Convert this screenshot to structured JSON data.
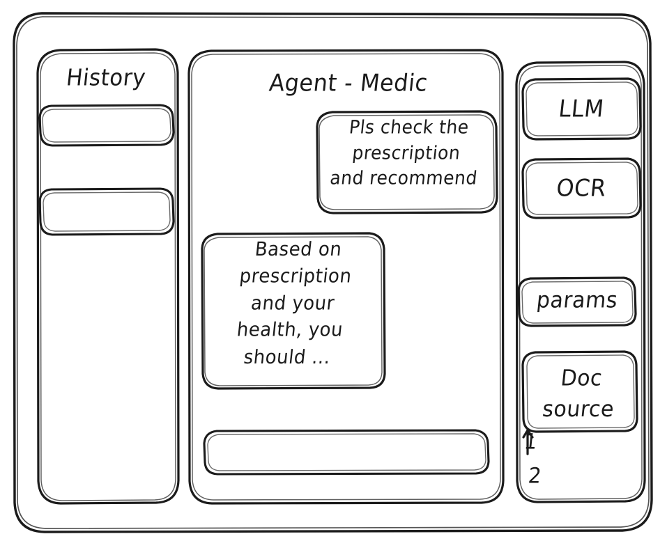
{
  "window": {
    "name": "wireframe-window"
  },
  "sidebar_left": {
    "title": "History",
    "items": [
      {
        "label": ""
      },
      {
        "label": ""
      }
    ]
  },
  "main": {
    "title": "Agent - Medic",
    "messages": [
      {
        "role": "user",
        "text": "Pls check the\nprescription\nand recommend"
      },
      {
        "role": "agent",
        "text": "Based on\nprescription\nand your\nhealth, you\nshould ..."
      }
    ],
    "composer": {
      "value": "",
      "placeholder": ""
    }
  },
  "sidebar_right": {
    "buttons": [
      {
        "label": "LLM"
      },
      {
        "label": "OCR"
      },
      {
        "label": "params"
      },
      {
        "label": "Doc\nsource"
      }
    ],
    "doc_list": [
      {
        "label": "1"
      },
      {
        "label": "2"
      }
    ]
  },
  "style": {
    "ink": "#1b1b1b",
    "paper": "#ffffff"
  }
}
